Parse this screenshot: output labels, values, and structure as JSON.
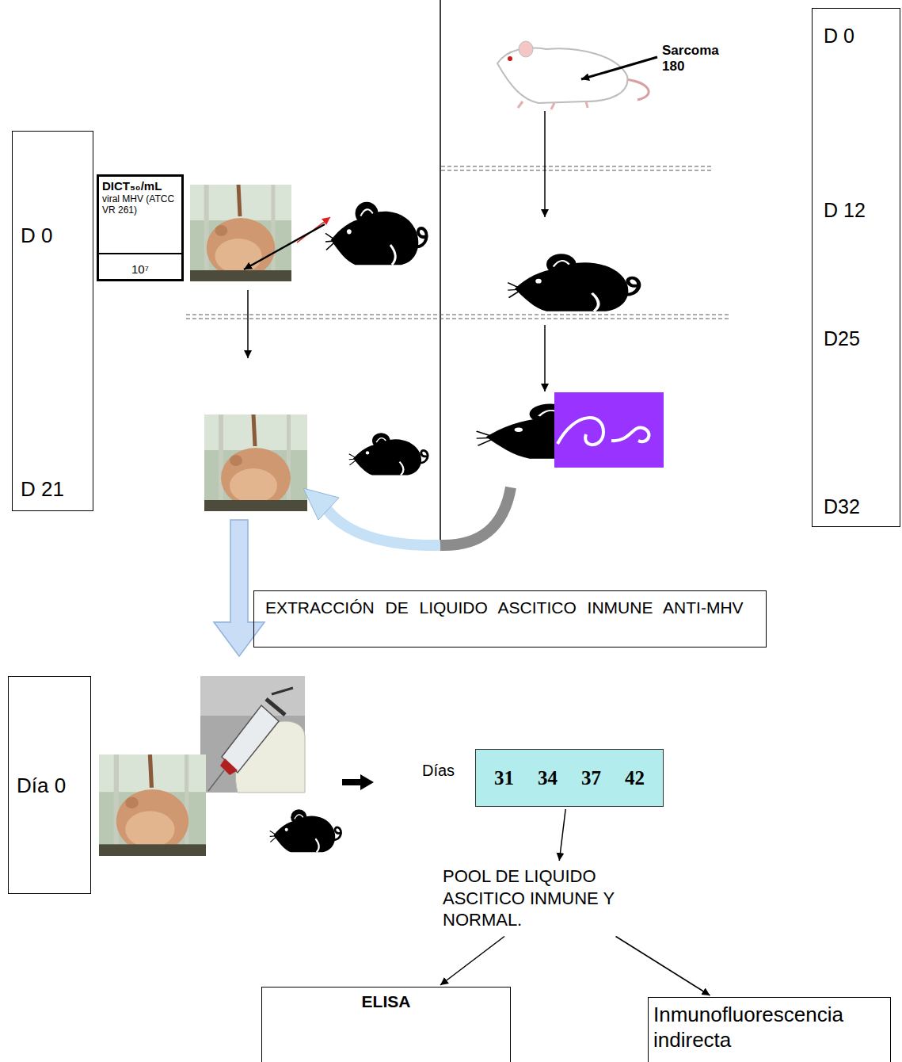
{
  "diagram": {
    "nodes": [
      {
        "text": [
          "D 0",
          "D 21"
        ]
      },
      {
        "text": [
          "DICT₅₀/mL",
          "viral MHV (ATCC VR 261)",
          "10⁷"
        ]
      },
      {
        "text": [
          "D 0",
          "D 12",
          "D25",
          "D32"
        ]
      },
      {
        "text": [
          "EXTRACCIÓN DE LIQUIDO ASCITICO INMUNE ANTI-MHV"
        ]
      },
      {
        "text": [
          "Día 0"
        ]
      },
      {
        "text": [
          "31",
          "34",
          "37",
          "42"
        ]
      },
      {
        "text": [
          "POOL DE LIQUIDO ASCITICO INMUNE Y NORMAL."
        ]
      },
      {
        "text": [
          "ELISA"
        ]
      },
      {
        "text": [
          "Inmunofluorescencia indirecta"
        ]
      }
    ],
    "edges": [
      {
        "from": 5,
        "to": 6,
        "arrow": "to"
      },
      {
        "from": 6,
        "to": 7,
        "arrow": "to"
      },
      {
        "from": 6,
        "to": 8,
        "arrow": "to"
      }
    ],
    "labels": [
      "Sarcoma 180",
      "Días"
    ]
  }
}
